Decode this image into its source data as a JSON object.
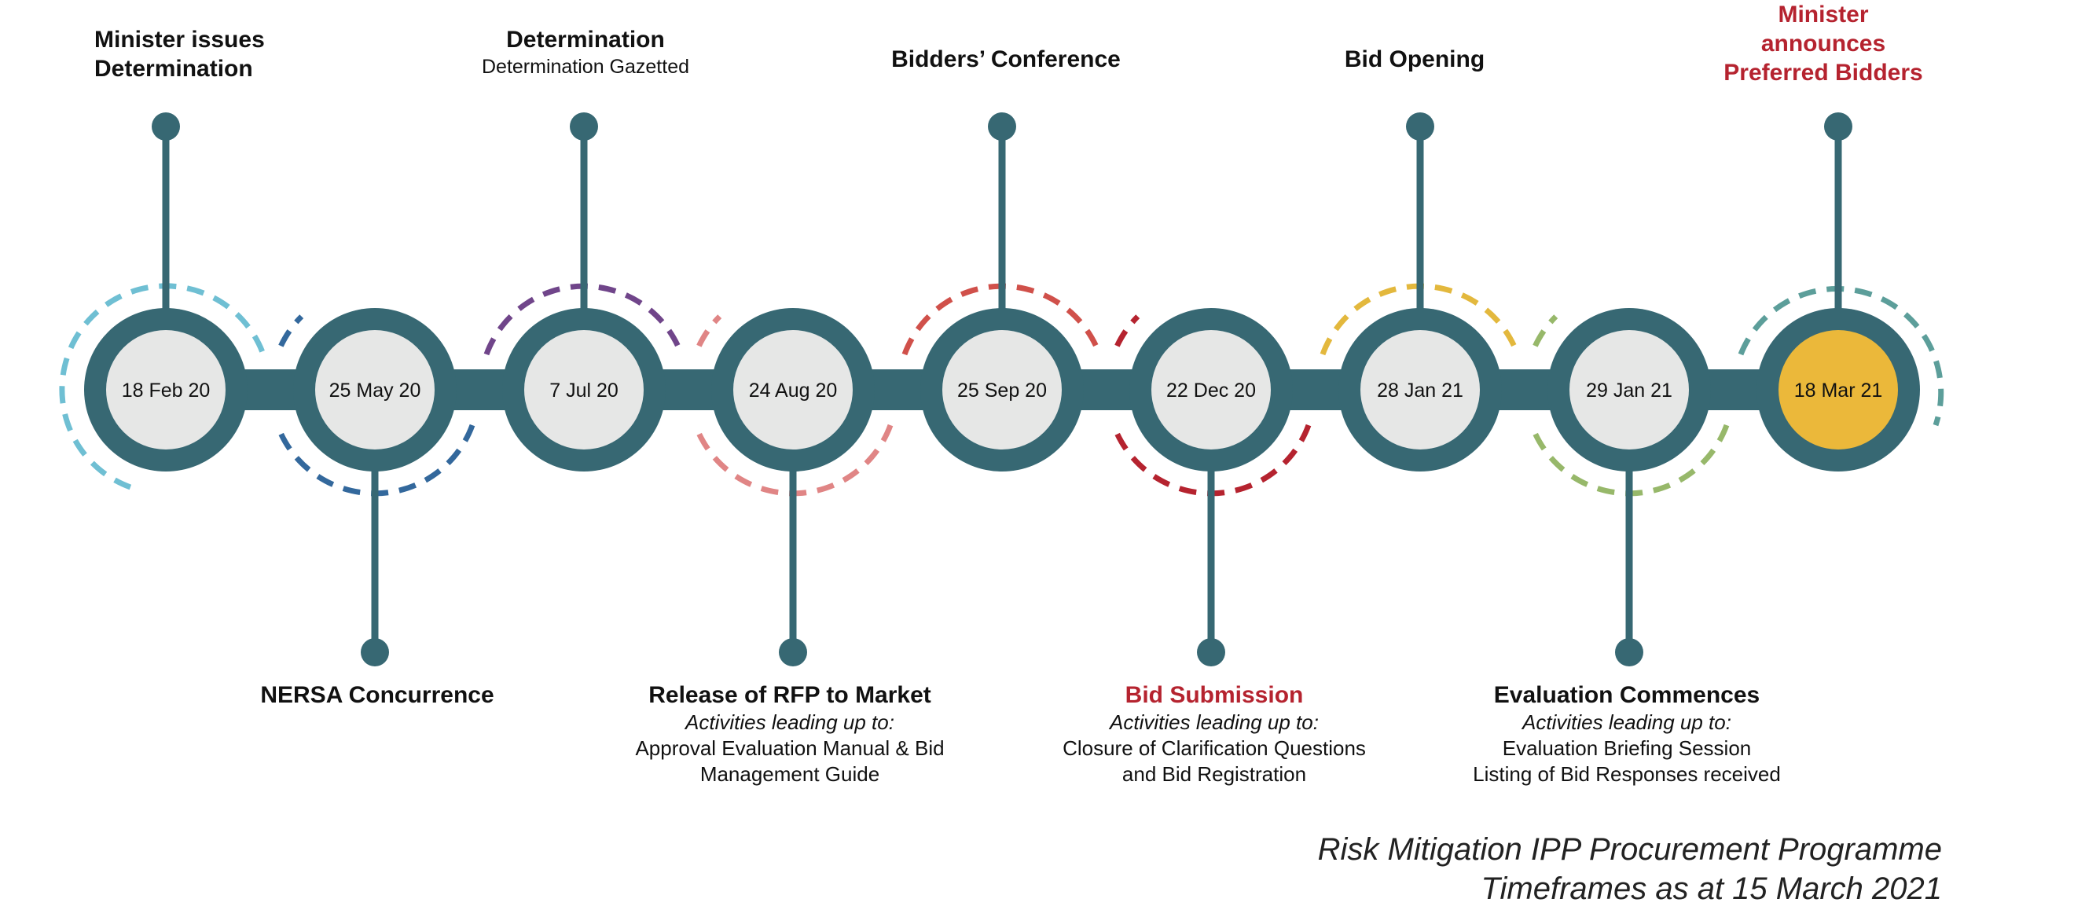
{
  "colors": {
    "track": "#376873",
    "node_fill": "#e6e7e6",
    "highlight_fill": "#ebb83a",
    "red_text": "#b5232f"
  },
  "milestones": [
    {
      "date": "18 Feb 20",
      "arc": "#6fbfd3"
    },
    {
      "date": "25 May 20",
      "arc": "#33689c"
    },
    {
      "date": "7 Jul 20",
      "arc": "#70458a"
    },
    {
      "date": "24 Aug 20",
      "arc": "#e08585"
    },
    {
      "date": "25 Sep 20",
      "arc": "#d0504a"
    },
    {
      "date": "22 Dec 20",
      "arc": "#b5232f"
    },
    {
      "date": "28 Jan 21",
      "arc": "#e3b83d"
    },
    {
      "date": "29 Jan 21",
      "arc": "#97b86a"
    },
    {
      "date": "18 Mar 21",
      "arc": "#5c9e9a",
      "highlight": true
    }
  ],
  "labels": {
    "m1": {
      "title_1": "Minister issues",
      "title_2": "Determination"
    },
    "m2": {
      "title": "NERSA Concurrence"
    },
    "m3": {
      "title": "Determination",
      "sub": "Determination Gazetted"
    },
    "m4": {
      "title": "Release of RFP to Market",
      "activities": "Activities leading up to:",
      "detail_1": "Approval Evaluation Manual & Bid",
      "detail_2": "Management Guide"
    },
    "m5": {
      "title": "Bidders’ Conference"
    },
    "m6": {
      "title": "Bid Submission",
      "activities": "Activities leading up to:",
      "detail_1": "Closure of Clarification Questions",
      "detail_2": "and Bid Registration"
    },
    "m7": {
      "title": "Bid Opening"
    },
    "m8": {
      "title": "Evaluation Commences",
      "activities": "Activities leading up to:",
      "detail_1": "Evaluation Briefing Session",
      "detail_2": "Listing of Bid Responses received"
    },
    "m9": {
      "title_1": "Minister",
      "title_2": "announces",
      "title_3": "Preferred Bidders"
    }
  },
  "footer": {
    "line_1": "Risk Mitigation IPP Procurement Programme",
    "line_2": "Timeframes as at 15 March 2021"
  }
}
